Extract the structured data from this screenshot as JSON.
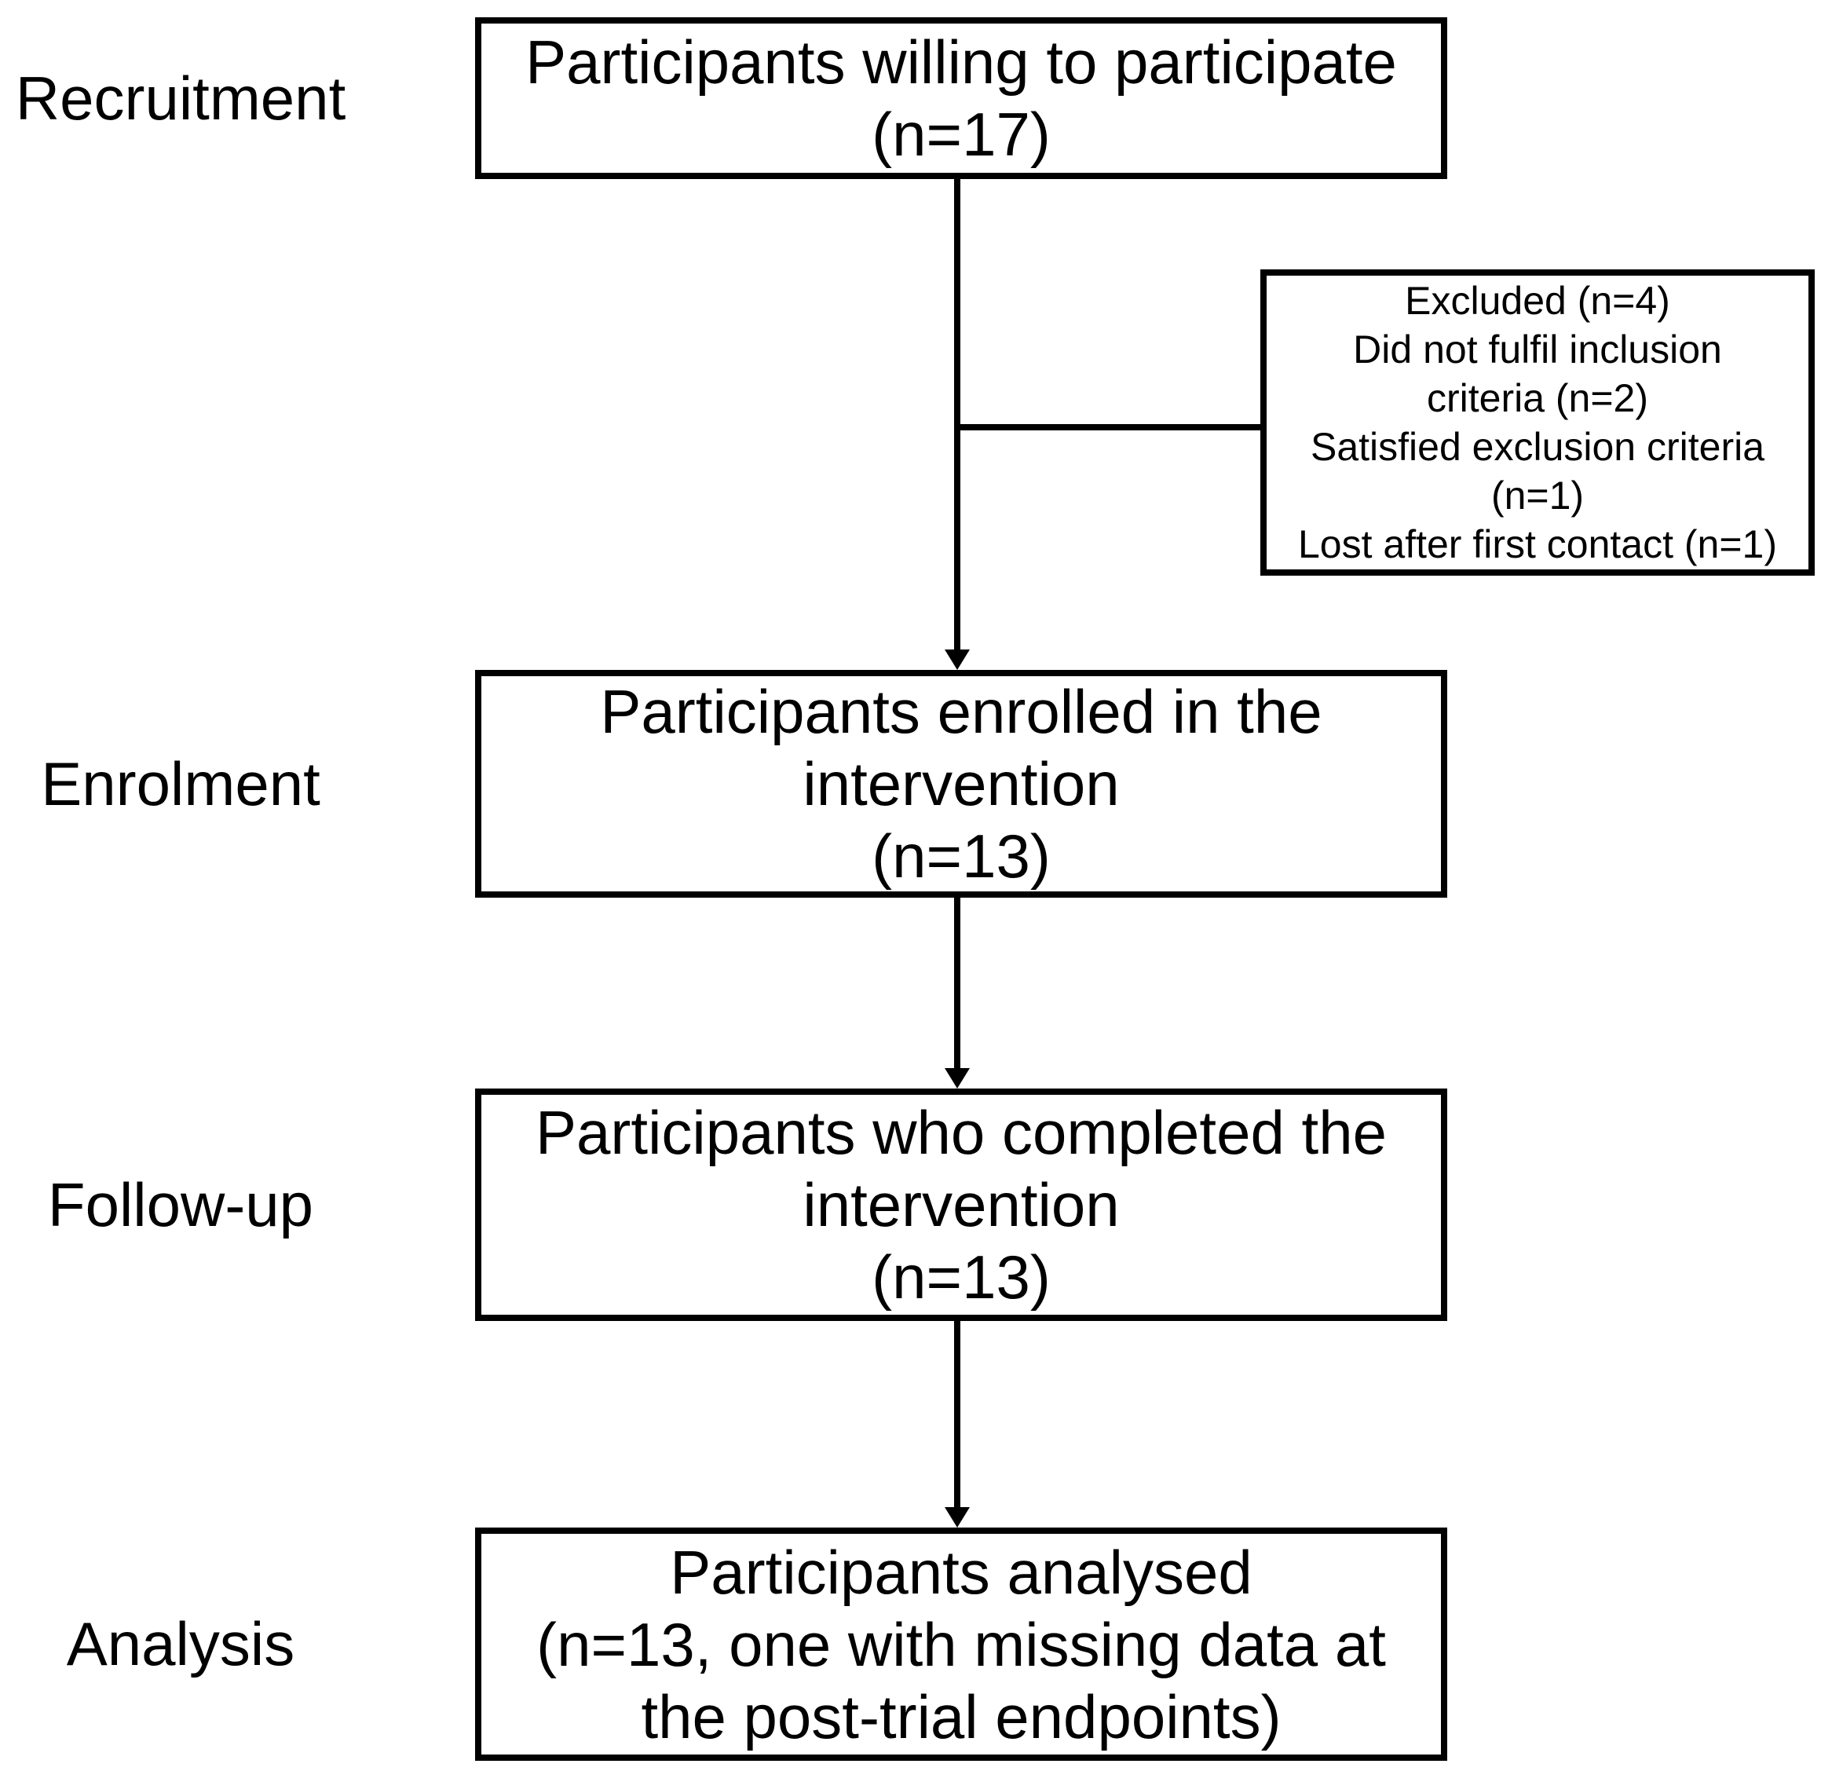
{
  "diagram": {
    "type": "consort-participant-flow",
    "stages": [
      {
        "id": "recruitment",
        "label": "Recruitment"
      },
      {
        "id": "enrolment",
        "label": "Enrolment"
      },
      {
        "id": "followup",
        "label": "Follow-up"
      },
      {
        "id": "analysis",
        "label": "Analysis"
      }
    ],
    "boxes": {
      "recruitment": {
        "n": 17,
        "lines": [
          "Participants willing to participate",
          "(n=17)"
        ]
      },
      "exclusion": {
        "n": 4,
        "lines": [
          "Excluded (n=4)",
          "Did not fulfil inclusion",
          "criteria (n=2)",
          "Satisfied exclusion criteria",
          "(n=1)",
          "Lost after first contact (n=1)"
        ]
      },
      "enrolment": {
        "n": 13,
        "lines": [
          "Participants enrolled in the",
          "intervention",
          "(n=13)"
        ]
      },
      "followup": {
        "n": 13,
        "lines": [
          "Participants who completed the",
          "intervention",
          "(n=13)"
        ]
      },
      "analysis": {
        "n": 13,
        "lines": [
          "Participants analysed",
          "(n=13, one with missing data at",
          "the post-trial endpoints)"
        ]
      }
    },
    "colors": {
      "text": "#000000",
      "line": "#000000",
      "background": "#ffffff"
    }
  }
}
